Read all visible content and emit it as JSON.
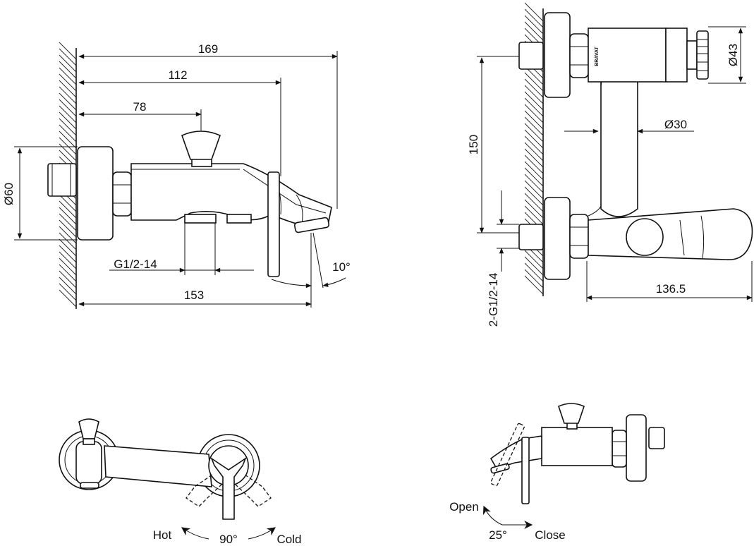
{
  "side_view": {
    "dim_width_total": "169",
    "dim_spout": "112",
    "dim_knob": "78",
    "dim_flange": "Ø60",
    "dim_thread": "G1/2-14",
    "dim_angle": "10°",
    "dim_base": "153"
  },
  "front_view": {
    "dim_cylinder": "Ø43",
    "dim_center": "150",
    "dim_body": "Ø30",
    "dim_handle": "136.5",
    "dim_inlets": "2-G1/2-14",
    "brand": "BRAVAT"
  },
  "top_view": {
    "hot_label": "Hot",
    "angle_label": "90°",
    "cold_label": "Cold"
  },
  "lever_view": {
    "open_label": "Open",
    "angle_label": "25°",
    "close_label": "Close"
  }
}
